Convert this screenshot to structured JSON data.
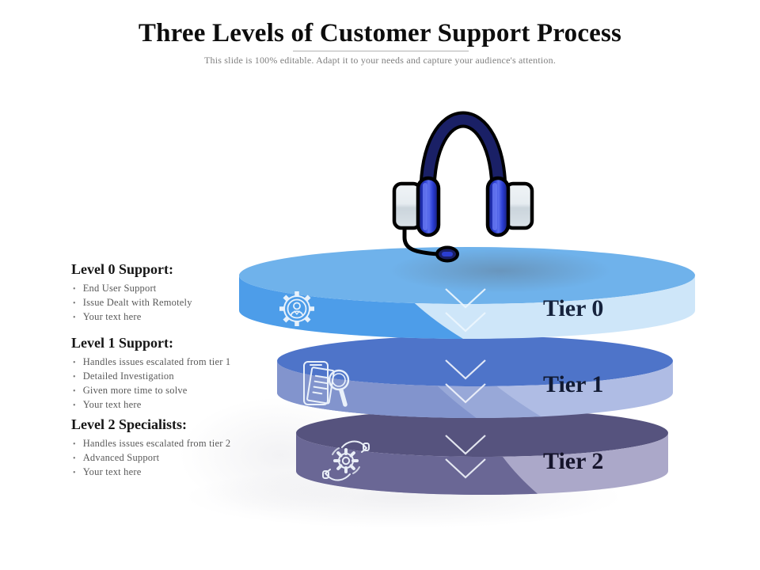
{
  "slide": {
    "title": "Three Levels of Customer Support Process",
    "subtitle": "This slide is 100% editable. Adapt it to your needs and capture your audience's attention."
  },
  "sections": [
    {
      "heading": "Level 0 Support:",
      "bullets": [
        "End User Support",
        "Issue Dealt with Remotely",
        "Your text here"
      ]
    },
    {
      "heading": "Level 1 Support:",
      "bullets": [
        "Handles issues escalated from tier 1",
        "Detailed Investigation",
        "Given more time to solve",
        "Your text here"
      ]
    },
    {
      "heading": "Level 2 Specialists:",
      "bullets": [
        "Handles issues escalated from tier 2",
        "Advanced Support",
        "Your text here"
      ]
    }
  ],
  "tiers": [
    {
      "label": "Tier 0",
      "icon": "gear-user-icon",
      "top_color": "#6FB2EB",
      "face_left_color": "#4D9DE9",
      "face_right_color": "#CEE6F9",
      "label_color": "#16233D"
    },
    {
      "label": "Tier 1",
      "icon": "document-search-icon",
      "top_color": "#4E74C9",
      "face_left_color": "#8294CD",
      "face_mid_color": "#98A8D8",
      "face_right_color": "#AFBCE4",
      "label_color": "#111A33"
    },
    {
      "label": "Tier 2",
      "icon": "hands-gear-icon",
      "top_color": "#56537E",
      "face_left_color": "#6A6795",
      "face_right_color": "#ABA8C9",
      "label_color": "#15142B"
    }
  ],
  "icons": {
    "headset": "headset-icon",
    "chevron": "double-chevron-down-icon"
  },
  "headset_colors": {
    "band": "#1A2066",
    "pad": "#2B3ED2",
    "cup": "#DFE7EC",
    "outline": "#000000"
  }
}
